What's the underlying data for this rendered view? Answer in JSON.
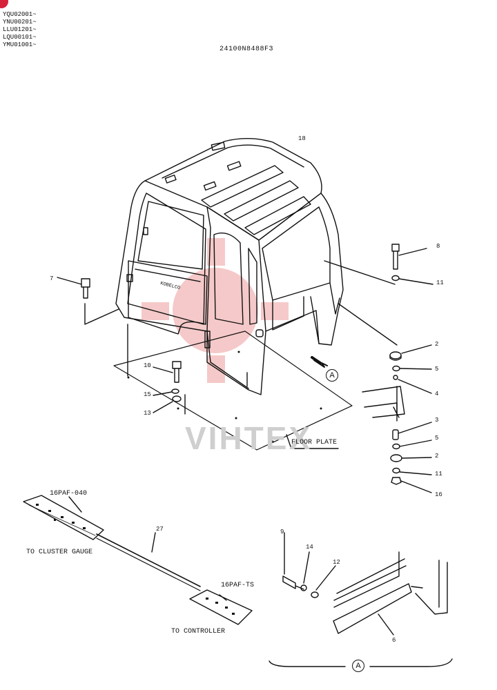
{
  "header": {
    "serials": [
      "YQU02001~",
      "YNU00201~",
      "LLU01201~",
      "LQU00101~",
      "YMU01001~"
    ],
    "drawing_code": "24100N8488F3"
  },
  "callouts": {
    "c18": "18",
    "c8": "8",
    "c11a": "11",
    "c7": "7",
    "c2a": "2",
    "c5a": "5",
    "c4": "4",
    "c10": "10",
    "c15": "15",
    "c13": "13",
    "c3": "3",
    "c5b": "5",
    "c2b": "2",
    "c11b": "11",
    "c16": "16",
    "c27": "27",
    "c9": "9",
    "c14": "14",
    "c12": "12",
    "c6": "6"
  },
  "labels": {
    "floor_plate": "FLOOR PLATE",
    "connector_top": "16PAF-040",
    "connector_bottom": "16PAF-TS",
    "to_cluster": "TO CLUSTER GAUGE",
    "to_controller": "TO CONTROLLER",
    "detail_a": "A",
    "view_a": "A",
    "watermark": "VIHTEX",
    "door_brand": "KOBELCO"
  },
  "colors": {
    "ink": "#111111",
    "watermark": "#e88a8a",
    "badge": "#d6213a"
  }
}
